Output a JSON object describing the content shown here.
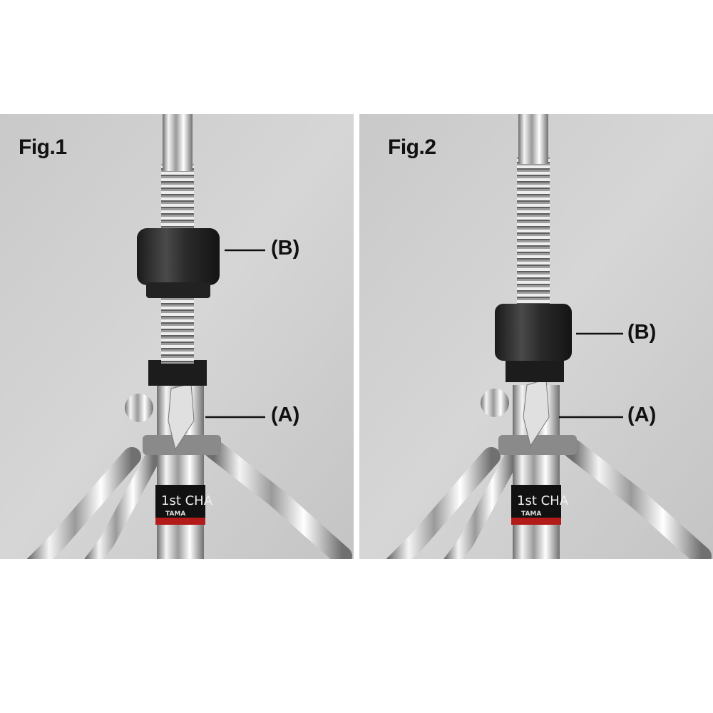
{
  "figures": [
    {
      "title": "Fig.1",
      "callouts": [
        "(B)",
        "(A)"
      ],
      "brand_text": "1st CHA",
      "logo_text": "TAMA",
      "knob_state": "raised"
    },
    {
      "title": "Fig.2",
      "callouts": [
        "(B)",
        "(A)"
      ],
      "brand_text": "1st CHA",
      "logo_text": "TAMA",
      "knob_state": "lowered"
    }
  ],
  "colors": {
    "background_gray": "#cfcfcf",
    "chrome_light": "#f2f2f2",
    "chrome_dark": "#6e6e6e",
    "knob": "#2a2a2a",
    "red_band": "#b31b1b"
  }
}
